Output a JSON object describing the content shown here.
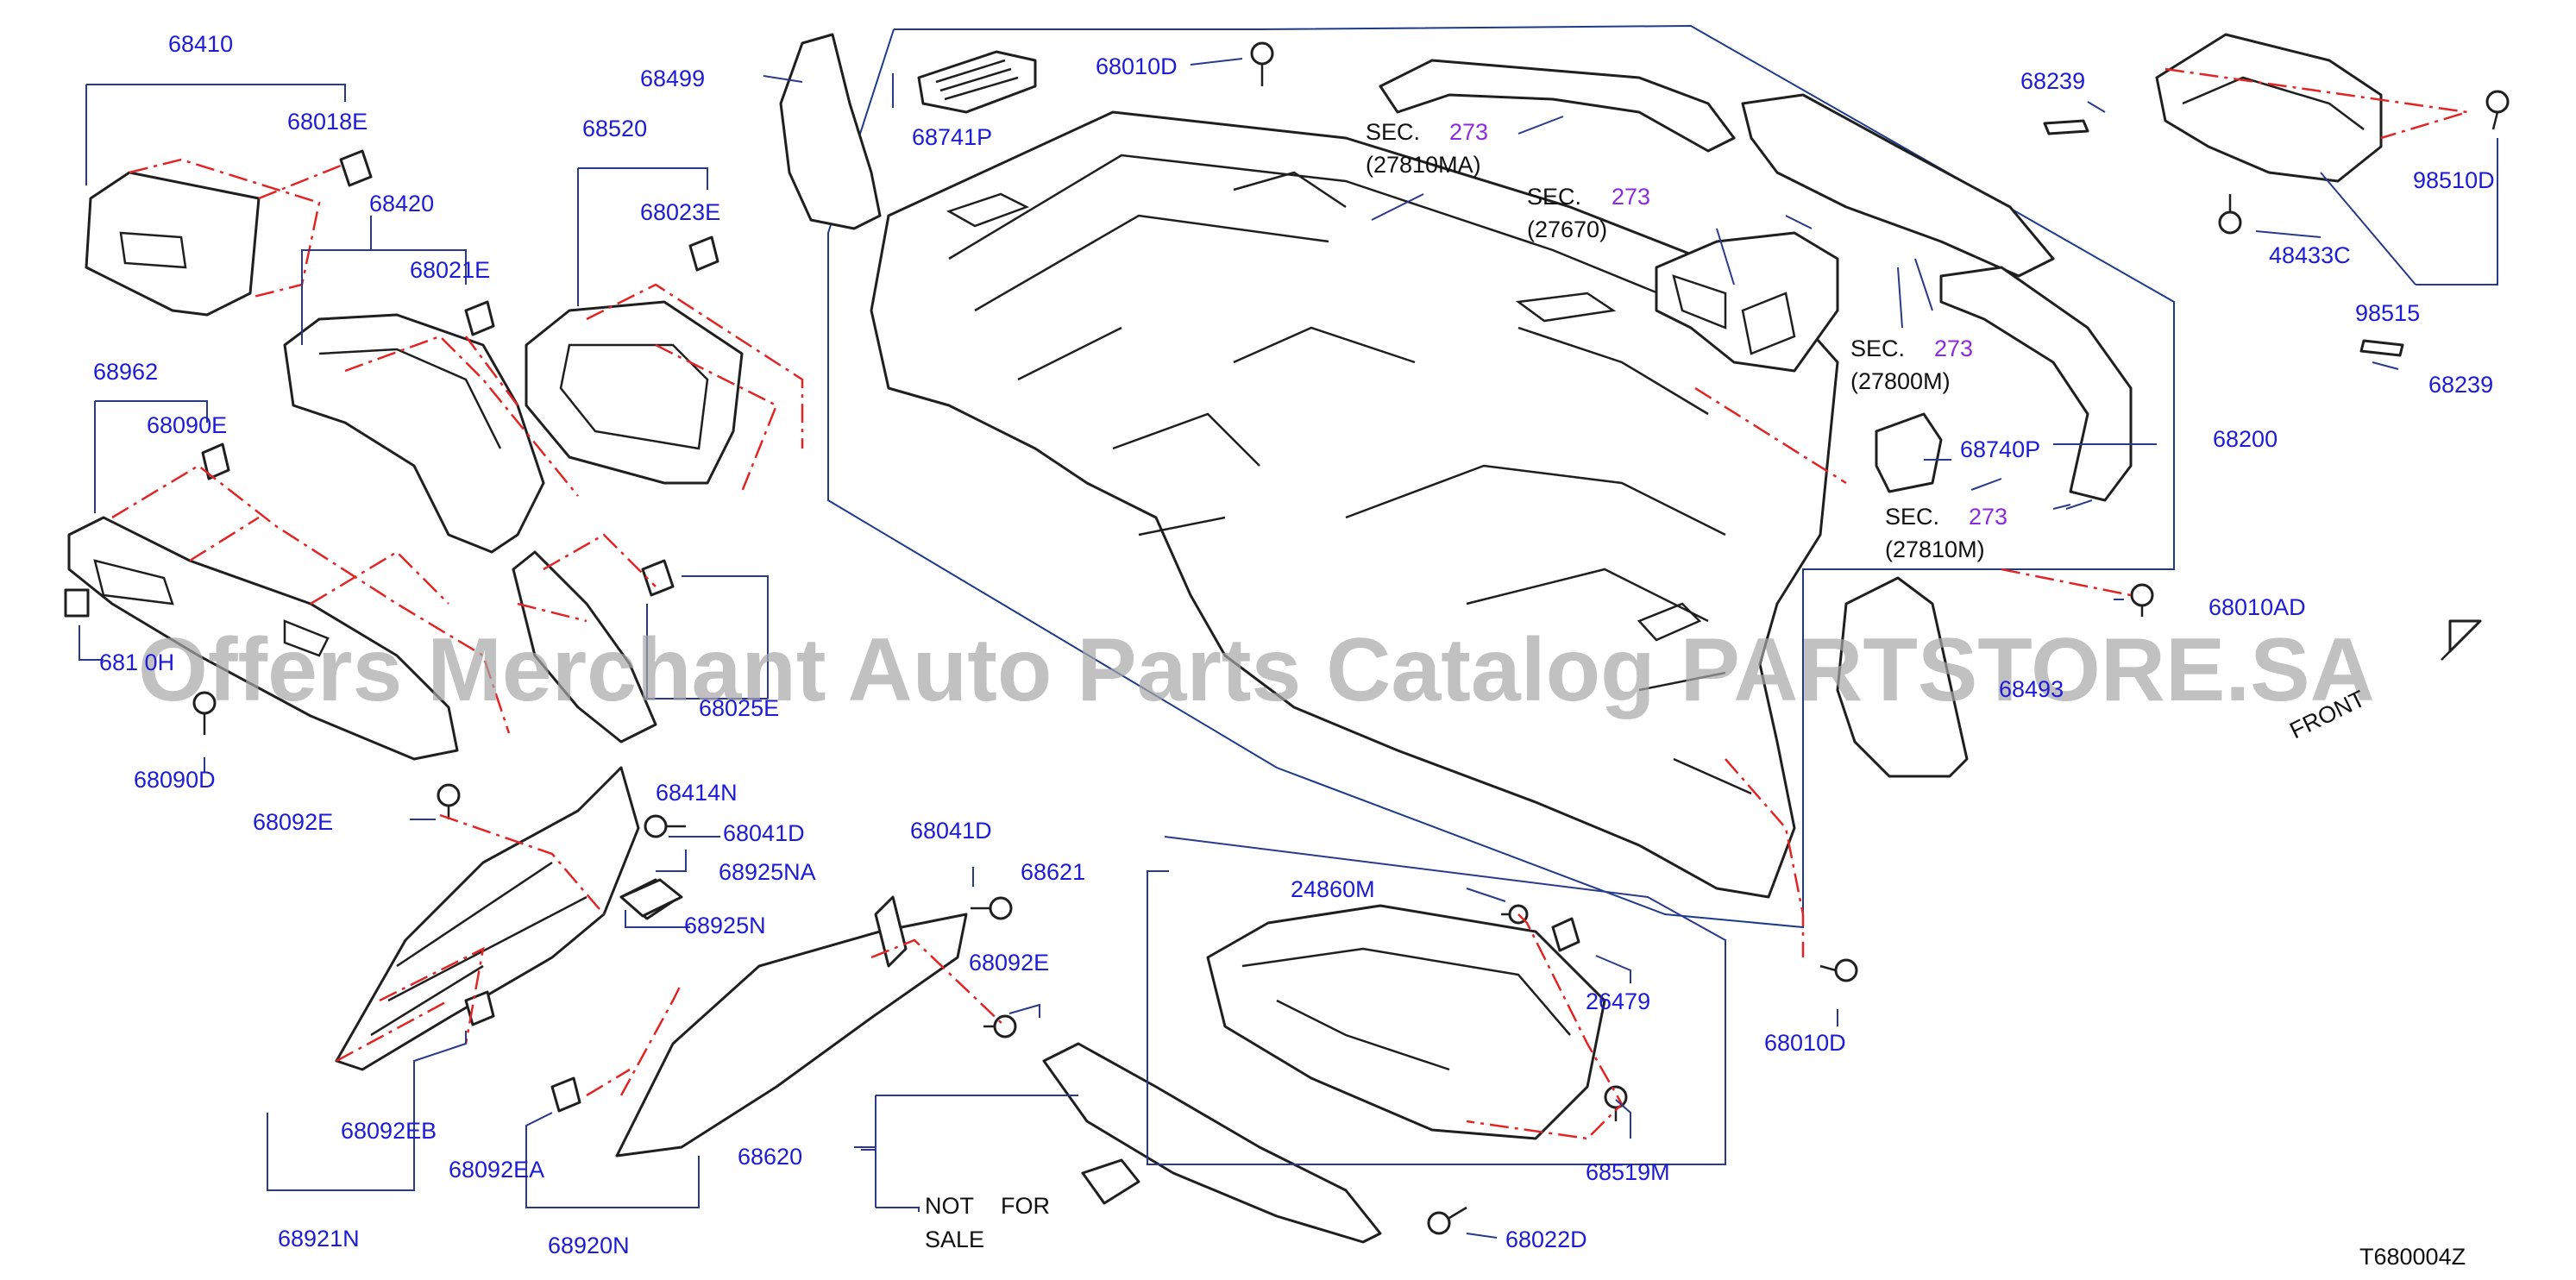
{
  "diagram": {
    "code": "T680004Z",
    "watermark": "Offers Merchant Auto Parts Catalog PARTSTORE.SA",
    "front_label": "FRONT",
    "not_for_sale": [
      "NOT",
      "FOR",
      "SALE"
    ],
    "colors": {
      "part_number": "#1c1cd6",
      "section_ref": "#8a2be2",
      "phantom_line": "#e12525",
      "leader": "#2a3a8a"
    },
    "part_numbers": {
      "p68410": "68410",
      "p68018E": "68018E",
      "p68420": "68420",
      "p68021E": "68021E",
      "p68499": "68499",
      "p68520": "68520",
      "p68023E": "68023E",
      "p68741P": "68741P",
      "p68010D_a": "68010D",
      "p68962": "68962",
      "p68090E": "68090E",
      "p68010H_partial": "681 0H",
      "p68090D": "68090D",
      "p68025E": "68025E",
      "p68414N": "68414N",
      "p68092E_a": "68092E",
      "p68041D_a": "68041D",
      "p68925NA": "68925NA",
      "p68925N": "68925N",
      "p68041D_b": "68041D",
      "p68621": "68621",
      "p68092E_b": "68092E",
      "p68092EB": "68092EB",
      "p68092EA": "68092EA",
      "p68620": "68620",
      "p68921N": "68921N",
      "p68920N": "68920N",
      "p24860M": "24860M",
      "p26479": "26479",
      "p68519M": "68519M",
      "p68022D": "68022D",
      "p68010D_b": "68010D",
      "p68239_a": "68239",
      "p68239_b": "68239",
      "p98510D": "98510D",
      "p48433C": "48433C",
      "p98515": "98515",
      "p68740P": "68740P",
      "p68200": "68200",
      "p68010AD": "68010AD",
      "p68493_partial": "68493"
    },
    "section_refs": {
      "s1": {
        "label": "SEC.",
        "num": "273",
        "code": "(27810MA)"
      },
      "s2": {
        "label": "SEC.",
        "num": "273",
        "code": "(27670)"
      },
      "s3": {
        "label": "SEC.",
        "num": "273",
        "code": "(27800M)"
      },
      "s4": {
        "label": "SEC.",
        "num": "273",
        "code": "(27810M)"
      }
    }
  }
}
